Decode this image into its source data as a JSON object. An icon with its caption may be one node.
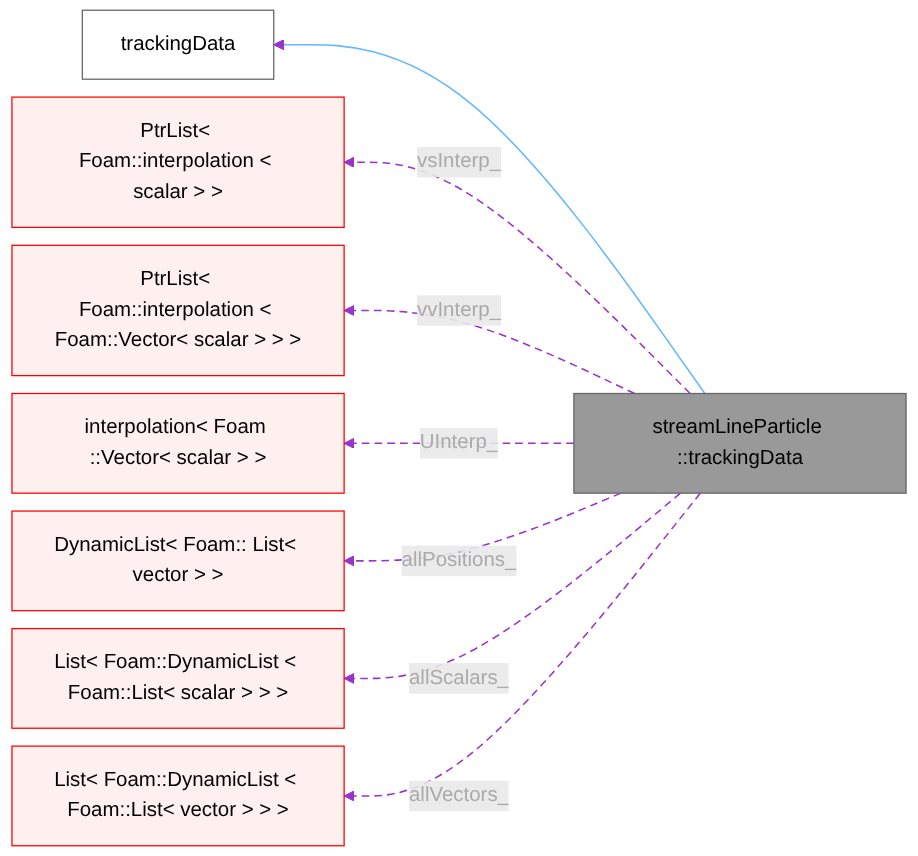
{
  "diagram": {
    "nodes": [
      {
        "text": [
          "trackingData"
        ]
      },
      {
        "text": [
          "PtrList< Foam::interpolation < scalar > >"
        ]
      },
      {
        "text": [
          "PtrList< Foam::interpolation < Foam::Vector< scalar > > >"
        ]
      },
      {
        "text": [
          "interpolation< Foam ::Vector< scalar > >"
        ]
      },
      {
        "text": [
          "DynamicList< Foam:: List< vector > >"
        ]
      },
      {
        "text": [
          "List< Foam::DynamicList < Foam::List< scalar > > >"
        ]
      },
      {
        "text": [
          "List< Foam::DynamicList < Foam::List< vector > > >"
        ]
      },
      {
        "text": [
          "streamLineParticle ::trackingData"
        ]
      }
    ],
    "edges": [
      {
        "from": 7,
        "to": 0,
        "arrow": "to",
        "color": "#63b8ff"
      },
      {
        "from": 7,
        "to": 1,
        "arrow": "to",
        "label": "vsInterp_",
        "style": "dashed"
      },
      {
        "from": 7,
        "to": 2,
        "arrow": "to",
        "label": "vvInterp_",
        "style": "dashed"
      },
      {
        "from": 7,
        "to": 3,
        "arrow": "to",
        "label": "UInterp_",
        "style": "dashed"
      },
      {
        "from": 7,
        "to": 4,
        "arrow": "to",
        "label": "allPositions_",
        "style": "dashed"
      },
      {
        "from": 7,
        "to": 5,
        "arrow": "to",
        "label": "allScalars_",
        "style": "dashed"
      },
      {
        "from": 7,
        "to": 6,
        "arrow": "to",
        "label": "allVectors_",
        "style": "dashed"
      }
    ]
  }
}
